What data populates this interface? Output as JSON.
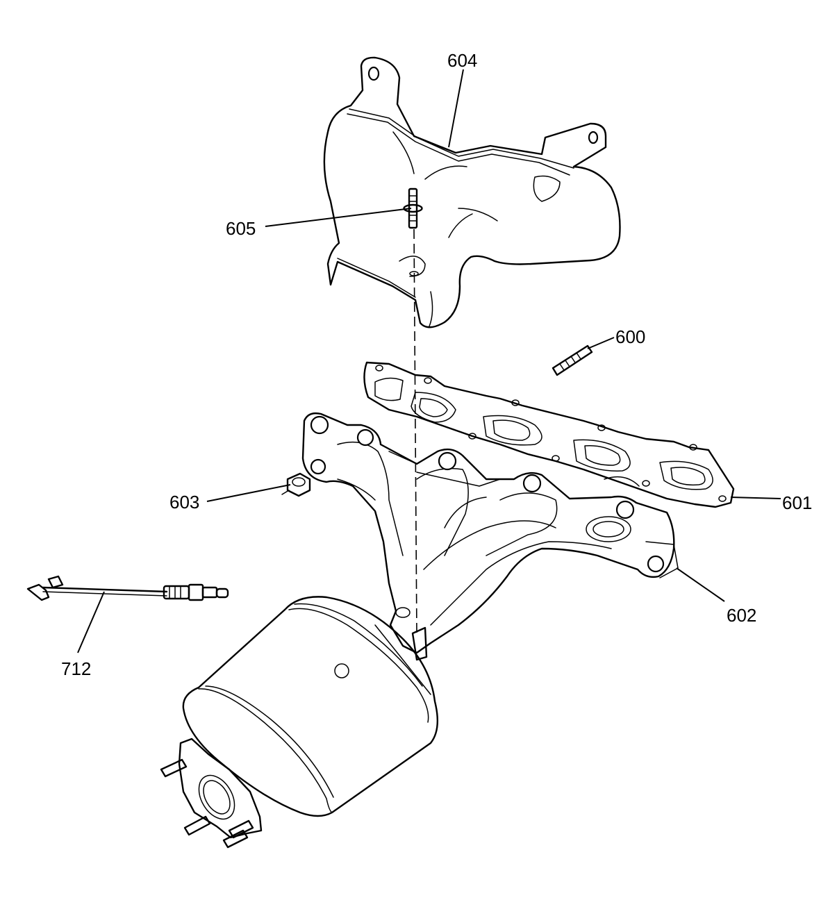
{
  "callouts": {
    "c600": "600",
    "c601": "601",
    "c602": "602",
    "c603": "603",
    "c604": "604",
    "c605": "605",
    "c712": "712"
  }
}
